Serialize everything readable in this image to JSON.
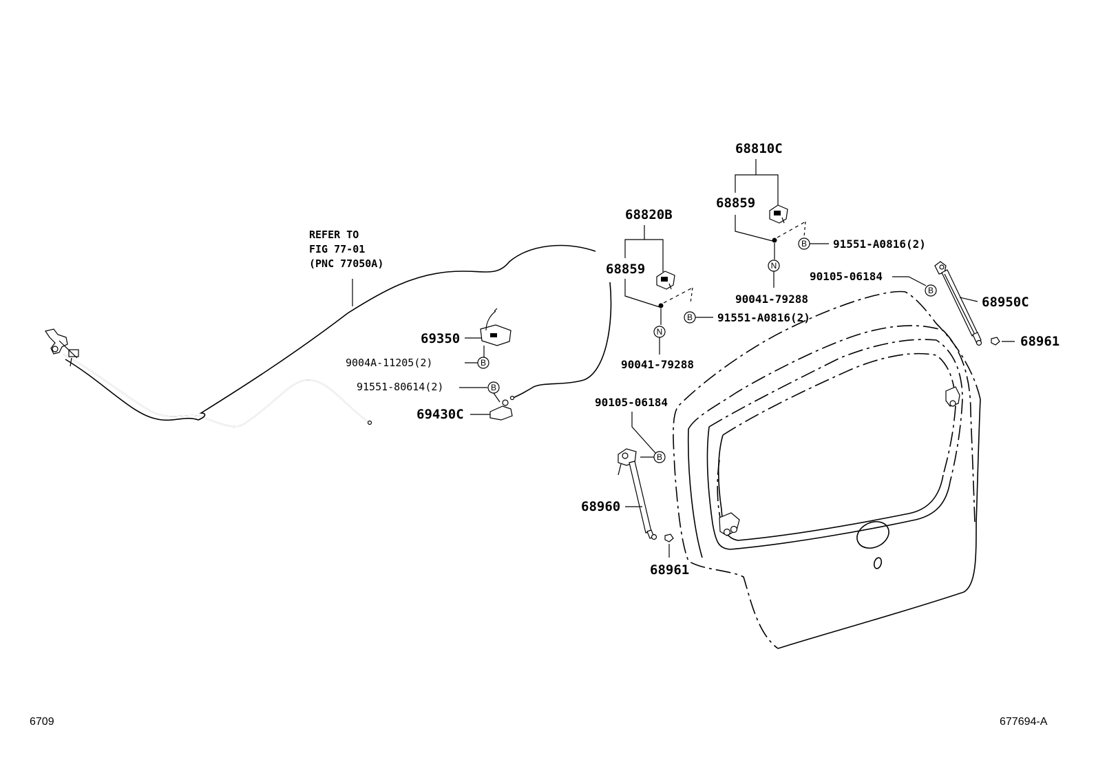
{
  "labels": {
    "refer_line1": "REFER TO",
    "refer_line2": "FIG 77-01",
    "refer_line3": "(PNC 77050A)",
    "p69350": "69350",
    "p9004a": "9004A-11205(2)",
    "p91551_80614": "91551-80614(2)",
    "p69430c": "69430C",
    "p68820b": "68820B",
    "p68859_left": "68859",
    "p91551_a0816_left": "91551-A0816(2)",
    "p90041_left": "90041-79288",
    "p68810c": "68810C",
    "p68859_right": "68859",
    "p91551_a0816_right": "91551-A0816(2)",
    "p90041_right": "90041-79288",
    "p90105_right": "90105-06184",
    "p68950c": "68950C",
    "p68961_right": "68961",
    "p90105_left": "90105-06184",
    "p68960": "68960",
    "p68961_left": "68961"
  },
  "badges": {
    "b": "B",
    "n": "N"
  },
  "footer": {
    "left": "6709",
    "right": "677694-A"
  }
}
